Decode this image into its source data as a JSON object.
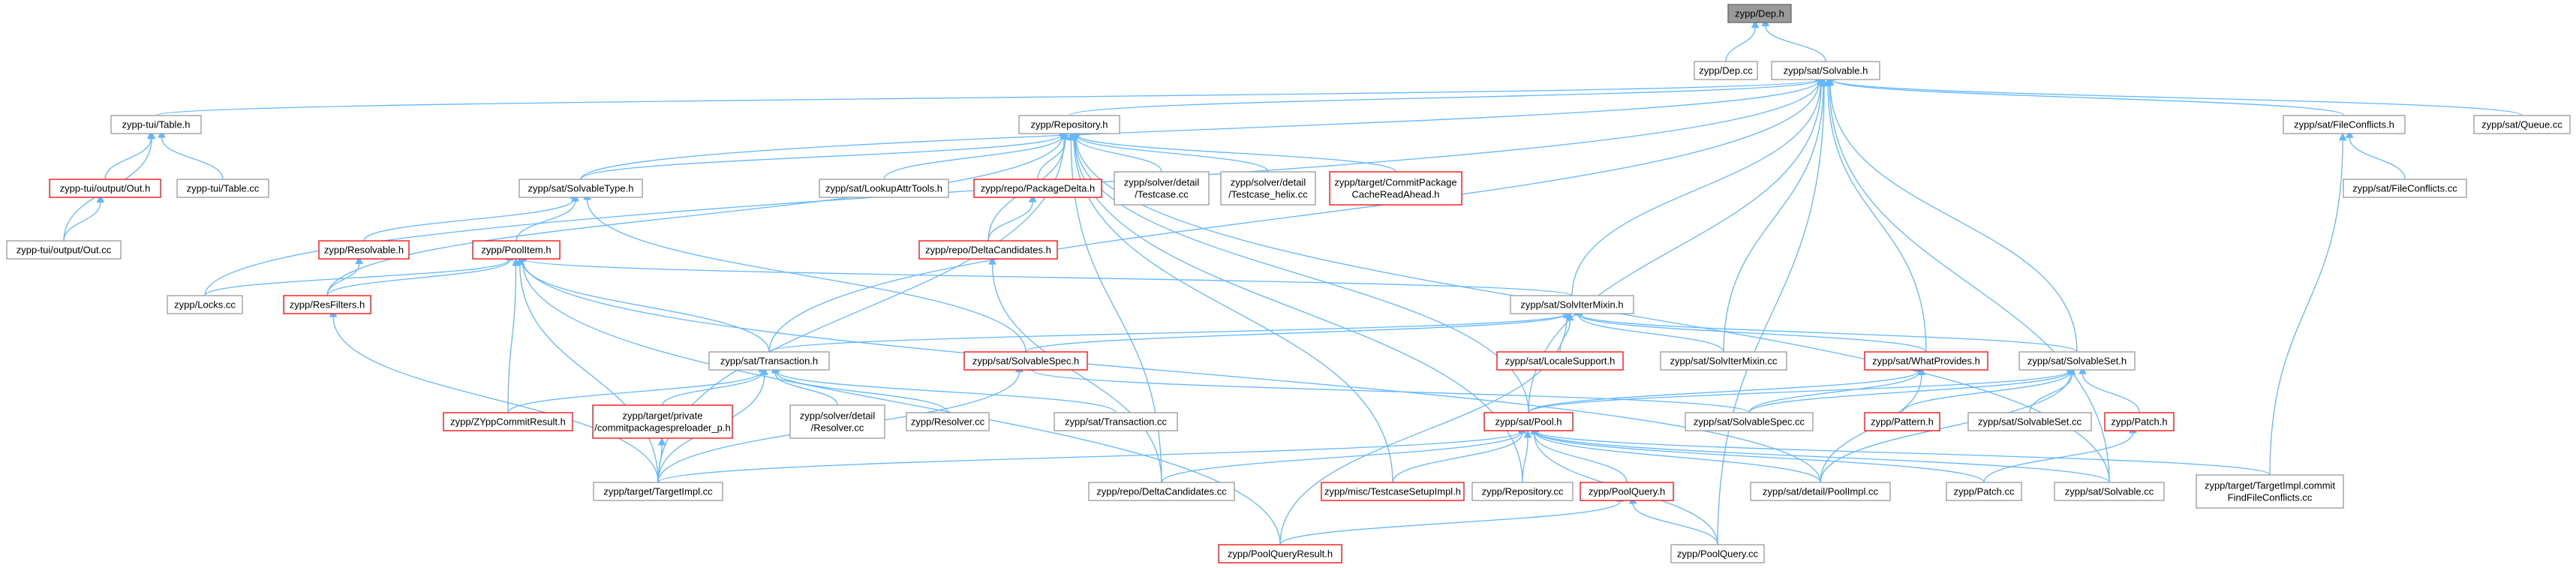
{
  "graph": {
    "colors": {
      "edge": "#63b8ff",
      "node_border": "#999999",
      "node_border_red": "#ff0000",
      "root_fill": "#999999"
    },
    "nodes": [
      {
        "id": "dep_h",
        "lines": [
          "zypp/Dep.h"
        ],
        "style": "root"
      },
      {
        "id": "dep_cc",
        "lines": [
          "zypp/Dep.cc"
        ],
        "style": "normal"
      },
      {
        "id": "solvable_h",
        "lines": [
          "zypp/sat/Solvable.h"
        ],
        "style": "normal"
      },
      {
        "id": "table_h",
        "lines": [
          "zypp-tui/Table.h"
        ],
        "style": "normal"
      },
      {
        "id": "repository_h",
        "lines": [
          "zypp/Repository.h"
        ],
        "style": "normal"
      },
      {
        "id": "fileconflicts_h",
        "lines": [
          "zypp/sat/FileConflicts.h"
        ],
        "style": "normal"
      },
      {
        "id": "queue_cc",
        "lines": [
          "zypp/sat/Queue.cc"
        ],
        "style": "normal"
      },
      {
        "id": "out_h",
        "lines": [
          "zypp-tui/output/Out.h"
        ],
        "style": "red"
      },
      {
        "id": "table_cc",
        "lines": [
          "zypp-tui/Table.cc"
        ],
        "style": "normal"
      },
      {
        "id": "solvabletype_h",
        "lines": [
          "zypp/sat/SolvableType.h"
        ],
        "style": "normal"
      },
      {
        "id": "lookupattrtools_h",
        "lines": [
          "zypp/sat/LookupAttrTools.h"
        ],
        "style": "normal"
      },
      {
        "id": "packagedelta_h",
        "lines": [
          "zypp/repo/PackageDelta.h"
        ],
        "style": "red"
      },
      {
        "id": "testcase_cc",
        "lines": [
          "zypp/solver/detail",
          "/Testcase.cc"
        ],
        "style": "normal"
      },
      {
        "id": "testcase_helix_cc",
        "lines": [
          "zypp/solver/detail",
          "/Testcase_helix.cc"
        ],
        "style": "normal"
      },
      {
        "id": "commitpackage_h",
        "lines": [
          "zypp/target/CommitPackage",
          "CacheReadAhead.h"
        ],
        "style": "red"
      },
      {
        "id": "fileconflicts_cc",
        "lines": [
          "zypp/sat/FileConflicts.cc"
        ],
        "style": "normal"
      },
      {
        "id": "out_cc",
        "lines": [
          "zypp-tui/output/Out.cc"
        ],
        "style": "normal"
      },
      {
        "id": "resolvable_h",
        "lines": [
          "zypp/Resolvable.h"
        ],
        "style": "red"
      },
      {
        "id": "poolitem_h",
        "lines": [
          "zypp/PoolItem.h"
        ],
        "style": "red"
      },
      {
        "id": "deltacandidates_h",
        "lines": [
          "zypp/repo/DeltaCandidates.h"
        ],
        "style": "red"
      },
      {
        "id": "locks_cc",
        "lines": [
          "zypp/Locks.cc"
        ],
        "style": "normal"
      },
      {
        "id": "resfilters_h",
        "lines": [
          "zypp/ResFilters.h"
        ],
        "style": "red"
      },
      {
        "id": "soliterm_h",
        "lines": [
          "zypp/sat/SolvIterMixin.h"
        ],
        "style": "normal"
      },
      {
        "id": "transaction_h",
        "lines": [
          "zypp/sat/Transaction.h"
        ],
        "style": "normal"
      },
      {
        "id": "solvablespec_h",
        "lines": [
          "zypp/sat/SolvableSpec.h"
        ],
        "style": "red"
      },
      {
        "id": "localesupport_h",
        "lines": [
          "zypp/sat/LocaleSupport.h"
        ],
        "style": "red"
      },
      {
        "id": "solvitermixin_cc",
        "lines": [
          "zypp/sat/SolvIterMixin.cc"
        ],
        "style": "normal"
      },
      {
        "id": "whatprovides_h",
        "lines": [
          "zypp/sat/WhatProvides.h"
        ],
        "style": "red"
      },
      {
        "id": "solvableset_h",
        "lines": [
          "zypp/sat/SolvableSet.h"
        ],
        "style": "normal"
      },
      {
        "id": "zyppcommitresult_h",
        "lines": [
          "zypp/ZYppCommitResult.h"
        ],
        "style": "red"
      },
      {
        "id": "commitpackagespreloader_h",
        "lines": [
          "zypp/target/private",
          "/commitpackagespreloader_p.h"
        ],
        "style": "red"
      },
      {
        "id": "resolver_cc_detail",
        "lines": [
          "zypp/solver/detail",
          "/Resolver.cc"
        ],
        "style": "normal"
      },
      {
        "id": "resolver_cc",
        "lines": [
          "zypp/Resolver.cc"
        ],
        "style": "normal"
      },
      {
        "id": "transaction_cc",
        "lines": [
          "zypp/sat/Transaction.cc"
        ],
        "style": "normal"
      },
      {
        "id": "pool_h",
        "lines": [
          "zypp/sat/Pool.h"
        ],
        "style": "red"
      },
      {
        "id": "solvablespec_cc",
        "lines": [
          "zypp/sat/SolvableSpec.cc"
        ],
        "style": "normal"
      },
      {
        "id": "pattern_h",
        "lines": [
          "zypp/Pattern.h"
        ],
        "style": "red"
      },
      {
        "id": "solvableset_cc",
        "lines": [
          "zypp/sat/SolvableSet.cc"
        ],
        "style": "normal"
      },
      {
        "id": "patch_h",
        "lines": [
          "zypp/Patch.h"
        ],
        "style": "red"
      },
      {
        "id": "targetimpl_cc",
        "lines": [
          "zypp/target/TargetImpl.cc"
        ],
        "style": "normal"
      },
      {
        "id": "deltacandidates_cc",
        "lines": [
          "zypp/repo/DeltaCandidates.cc"
        ],
        "style": "normal"
      },
      {
        "id": "testcasesetupimpl_h",
        "lines": [
          "zypp/misc/TestcaseSetupImpl.h"
        ],
        "style": "red"
      },
      {
        "id": "repository_cc",
        "lines": [
          "zypp/Repository.cc"
        ],
        "style": "normal"
      },
      {
        "id": "poolquery_h",
        "lines": [
          "zypp/PoolQuery.h"
        ],
        "style": "red"
      },
      {
        "id": "poolimpl_cc",
        "lines": [
          "zypp/sat/detail/PoolImpl.cc"
        ],
        "style": "normal"
      },
      {
        "id": "patch_cc",
        "lines": [
          "zypp/Patch.cc"
        ],
        "style": "normal"
      },
      {
        "id": "solvable_cc",
        "lines": [
          "zypp/sat/Solvable.cc"
        ],
        "style": "normal"
      },
      {
        "id": "targetimpl_commit_cc",
        "lines": [
          "zypp/target/TargetImpl.commit",
          "FindFileConflicts.cc"
        ],
        "style": "normal"
      },
      {
        "id": "poolqueryresult_h",
        "lines": [
          "zypp/PoolQueryResult.h"
        ],
        "style": "red"
      },
      {
        "id": "poolquery_cc",
        "lines": [
          "zypp/PoolQuery.cc"
        ],
        "style": "normal"
      }
    ]
  }
}
